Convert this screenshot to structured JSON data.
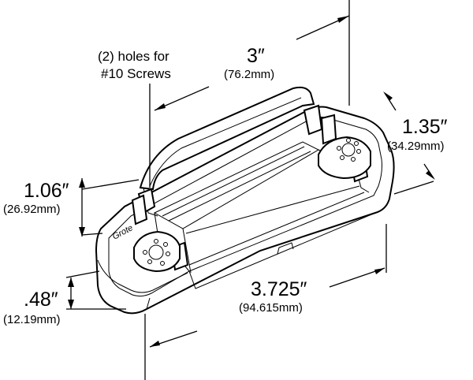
{
  "notes": {
    "holes_line1": "(2) holes for",
    "holes_line2": "#10 Screws",
    "logo_text": "Grote"
  },
  "dimensions": {
    "width_top": {
      "inch": "3″",
      "mm": "(76.2mm)"
    },
    "depth": {
      "inch": "1.35″",
      "mm": "(34.29mm)"
    },
    "height": {
      "inch": "1.06″",
      "mm": "(26.92mm)"
    },
    "base": {
      "inch": ".48″",
      "mm": "(12.19mm)"
    },
    "length": {
      "inch": "3.725″",
      "mm": "(94.615mm)"
    }
  },
  "colors": {
    "line": "#000000",
    "background": "#ffffff"
  }
}
